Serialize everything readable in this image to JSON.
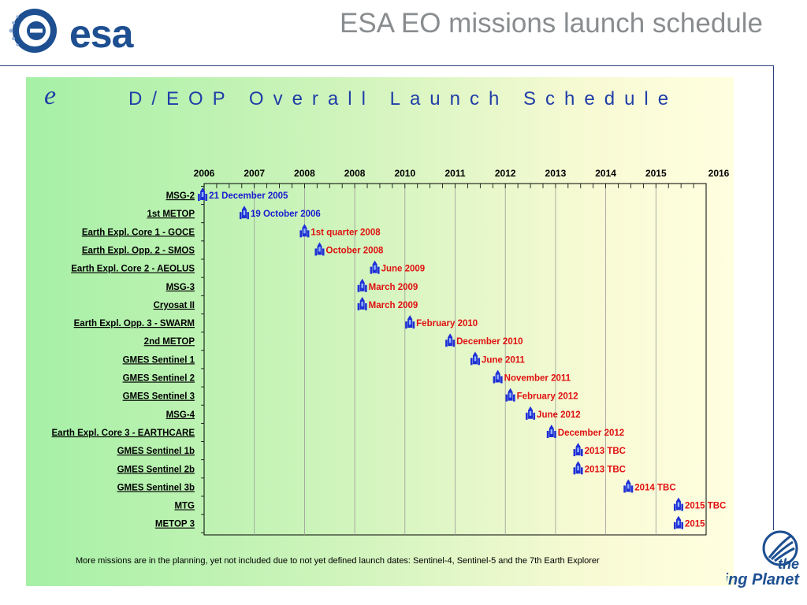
{
  "header": {
    "logo_text": "esa",
    "title": "ESA EO missions launch schedule"
  },
  "panel": {
    "mark": "e",
    "title": "D/EOP Overall Launch Schedule",
    "footnote": "More missions are in the planning, yet not included due to not yet defined launch dates: Sentinel-4, Sentinel-5 and the 7th Earth Explorer"
  },
  "badge": {
    "text": "the\nLiving Planet"
  },
  "colors": {
    "past": "#1a1ad0",
    "future": "#e01010",
    "rocket": "#1f2fd6",
    "grid": "#000000"
  },
  "chart_data": {
    "type": "timeline",
    "title": "D/EOP Overall Launch Schedule",
    "x_ticks": [
      "2006",
      "2007",
      "2008",
      "2008",
      "2010",
      "2011",
      "2012",
      "2013",
      "2014",
      "2015",
      "2016"
    ],
    "x_range": [
      2006,
      2016
    ],
    "grid": true,
    "rows": [
      {
        "mission": "MSG-2",
        "date_label": "21 December 2005",
        "t": 2005.97,
        "status": "past"
      },
      {
        "mission": "1st METOP",
        "date_label": "19 October 2006",
        "t": 2006.8,
        "status": "past"
      },
      {
        "mission": "Earth Expl. Core 1 - GOCE",
        "date_label": "1st quarter 2008",
        "t": 2008.0,
        "status": "future"
      },
      {
        "mission": "Earth Expl. Opp. 2 - SMOS",
        "date_label": "October 2008",
        "t": 2008.3,
        "status": "future"
      },
      {
        "mission": "Earth Expl. Core 2 - AEOLUS",
        "date_label": "June 2009",
        "t": 2009.4,
        "status": "future"
      },
      {
        "mission": "MSG-3",
        "date_label": "March 2009",
        "t": 2009.15,
        "status": "future"
      },
      {
        "mission": "Cryosat II",
        "date_label": "March 2009",
        "t": 2009.15,
        "status": "future"
      },
      {
        "mission": "Earth Expl. Opp. 3 - SWARM",
        "date_label": "February 2010",
        "t": 2010.1,
        "status": "future"
      },
      {
        "mission": "2nd METOP",
        "date_label": "December 2010",
        "t": 2010.9,
        "status": "future"
      },
      {
        "mission": "GMES Sentinel 1",
        "date_label": "June 2011",
        "t": 2011.4,
        "status": "future"
      },
      {
        "mission": "GMES Sentinel 2",
        "date_label": "November 2011",
        "t": 2011.85,
        "status": "future"
      },
      {
        "mission": "GMES Sentinel 3",
        "date_label": "February 2012",
        "t": 2012.1,
        "status": "future"
      },
      {
        "mission": "MSG-4",
        "date_label": "June 2012",
        "t": 2012.5,
        "status": "future"
      },
      {
        "mission": "Earth Expl. Core 3 - EARTHCARE",
        "date_label": "December 2012",
        "t": 2012.92,
        "status": "future"
      },
      {
        "mission": "GMES Sentinel 1b",
        "date_label": "2013 TBC",
        "t": 2013.45,
        "status": "future"
      },
      {
        "mission": "GMES Sentinel 2b",
        "date_label": "2013 TBC",
        "t": 2013.45,
        "status": "future"
      },
      {
        "mission": "GMES Sentinel 3b",
        "date_label": "2014 TBC",
        "t": 2014.45,
        "status": "future"
      },
      {
        "mission": "MTG",
        "date_label": "2015 TBC",
        "t": 2015.45,
        "status": "future"
      },
      {
        "mission": "METOP 3",
        "date_label": "2015",
        "t": 2015.45,
        "status": "future"
      }
    ]
  }
}
